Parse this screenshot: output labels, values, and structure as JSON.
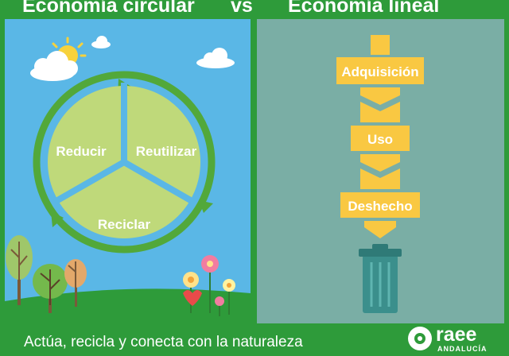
{
  "header": {
    "left_title": "Economía circular",
    "vs": "vs",
    "right_title": "Economía lineal"
  },
  "circular": {
    "segments": [
      "Reducir",
      "Reutilizar",
      "Reciclar"
    ]
  },
  "linear": {
    "steps": [
      "Adquisición",
      "Uso",
      "Deshecho"
    ]
  },
  "footer": {
    "tagline": "Actúa, recicla y conecta con la naturaleza",
    "logo_name": "raee",
    "logo_sub": "ANDALUCÍA"
  },
  "colors": {
    "green": "#2e9b3a",
    "sky": "#5ab7e6",
    "teal": "#7aaea5",
    "segment_fill": "#bfd97a",
    "arrow_green": "#52a83a",
    "linear_yellow": "#f9c842",
    "bin_teal": "#3b8f8c"
  }
}
